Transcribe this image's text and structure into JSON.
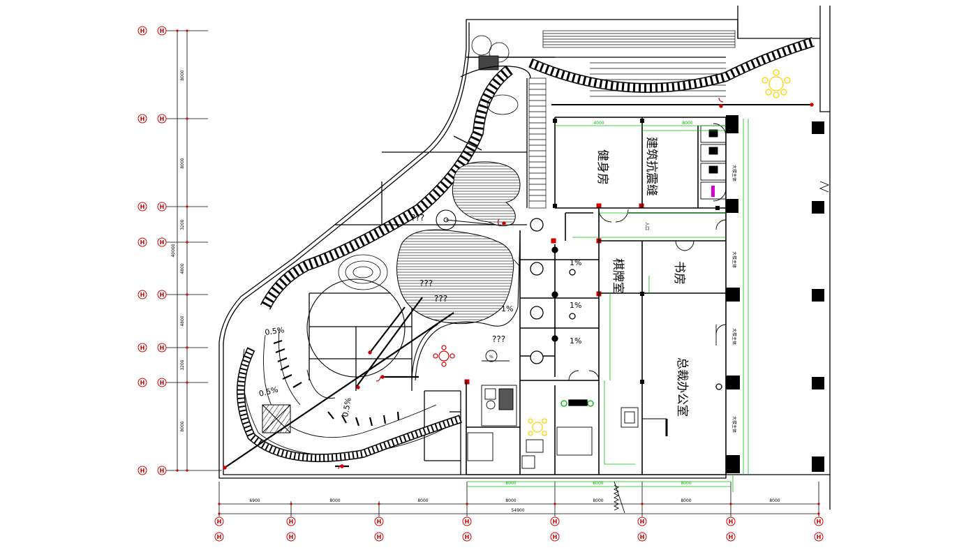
{
  "plan": {
    "rooms": {
      "gym": "健身房",
      "seismic_joint": "建筑抗震缝",
      "chess_room": "棋牌室",
      "study": "书房",
      "ceo_office": "总裁办公室",
      "entrance": "入口"
    },
    "slopes": {
      "s1": "1%",
      "s2": "1%",
      "s3": "1%",
      "s4": "1%",
      "s5": "0.5%",
      "s6": "0.5%",
      "s7": "0.5%",
      "s8": "%"
    },
    "unknown_labels": {
      "u1": "???",
      "u2": "???",
      "u3": "???",
      "u4": "???"
    },
    "main_structure_label": "大楼主体",
    "left_dims": [
      "8000",
      "8000",
      "3200",
      "4800",
      "4800",
      "3200",
      "8000"
    ],
    "left_total": "40000",
    "bottom_dims": [
      "6900",
      "8000",
      "8000",
      "8000",
      "8000",
      "8000",
      "8000"
    ],
    "bottom_total": "54900",
    "axis_bubble": "H",
    "green_dims": {
      "top1": "4000",
      "top2": "8000",
      "bot1": "8000",
      "bot2": "8000",
      "bot3": "8000"
    },
    "colors": {
      "line": "#000000",
      "axis_red": "#d00000",
      "dim_green": "#00c000",
      "accent_yellow": "#ffd400",
      "accent_magenta": "#d000d0"
    }
  }
}
